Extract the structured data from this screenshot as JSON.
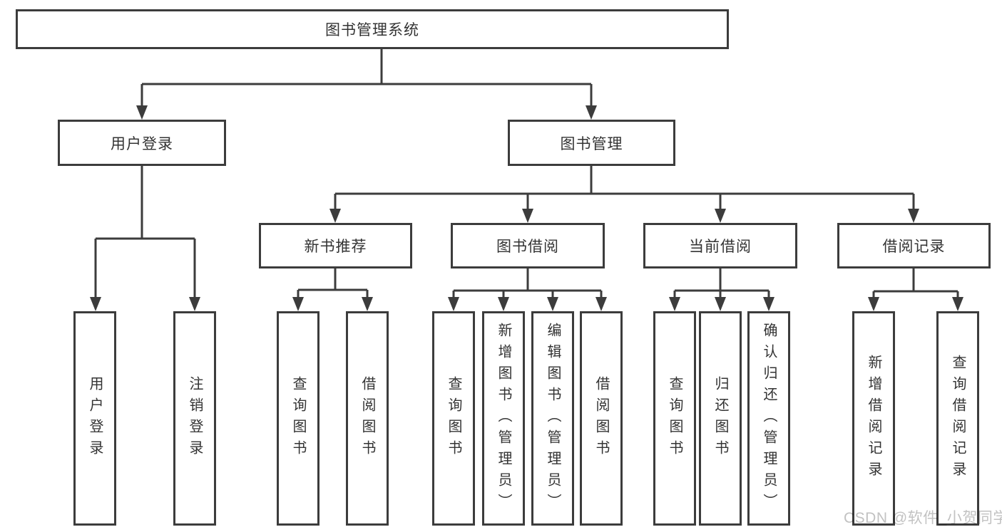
{
  "diagram": {
    "root": {
      "label": "图书管理系统"
    },
    "level2": [
      {
        "label": "用户登录"
      },
      {
        "label": "图书管理"
      }
    ],
    "level3": [
      {
        "label": "新书推荐"
      },
      {
        "label": "图书借阅"
      },
      {
        "label": "当前借阅"
      },
      {
        "label": "借阅记录"
      }
    ],
    "leaves": [
      {
        "label": "用户登录"
      },
      {
        "label": "注销登录"
      },
      {
        "label": "查询图书"
      },
      {
        "label": "借阅图书"
      },
      {
        "label": "查询图书"
      },
      {
        "label": "新增图书（管理员）"
      },
      {
        "label": "编辑图书（管理员）"
      },
      {
        "label": "借阅图书"
      },
      {
        "label": "查询图书"
      },
      {
        "label": "归还图书"
      },
      {
        "label": "确认归还（管理员）"
      },
      {
        "label": "新增借阅记录"
      },
      {
        "label": "查询借阅记录"
      }
    ]
  },
  "watermark": {
    "text": "CSDN @软件_小贺同学"
  },
  "colors": {
    "line": "#3c3c3c",
    "text": "#333333",
    "background": "#ffffff",
    "watermark": "#c2c2c2"
  }
}
